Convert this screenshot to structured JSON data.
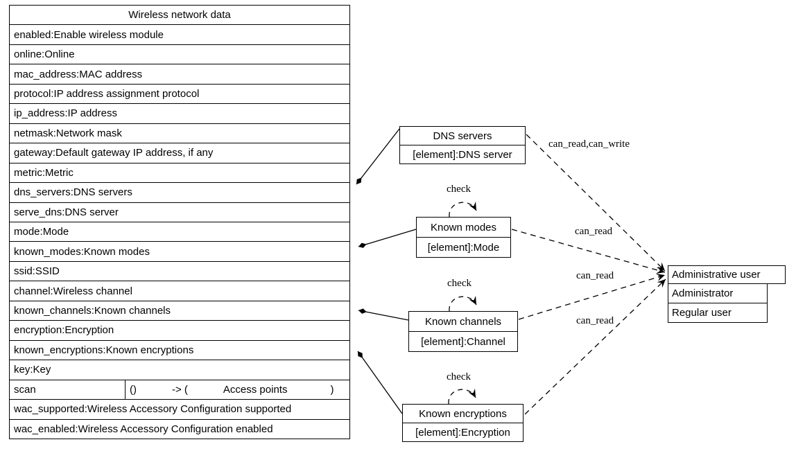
{
  "table": {
    "title": "Wireless network data",
    "attributes": [
      "enabled:Enable wireless module",
      "online:Online",
      "mac_address:MAC address",
      "protocol:IP address assignment protocol",
      "ip_address:IP address",
      "netmask:Network mask",
      "gateway:Default gateway IP address, if any",
      "metric:Metric",
      "dns_servers:DNS servers",
      "serve_dns:DNS server",
      "mode:Mode",
      "known_modes:Known modes",
      "ssid:SSID",
      "channel:Wireless channel",
      "known_channels:Known channels",
      "encryption:Encryption",
      "known_encryptions:Known encryptions",
      "key:Key"
    ],
    "method": {
      "name": "scan",
      "params": "()",
      "arrow": "-> (",
      "result": "Access points",
      "close": ")"
    },
    "attributes_after": [
      "wac_supported:Wireless Accessory Configuration supported",
      "wac_enabled:Wireless Accessory Configuration enabled"
    ]
  },
  "nodes": {
    "dns": {
      "title": "DNS servers",
      "element": "[element]:DNS server"
    },
    "modes": {
      "title": "Known modes",
      "element": "[element]:Mode"
    },
    "channels": {
      "title": "Known channels",
      "element": "[element]:Channel"
    },
    "encryptions": {
      "title": "Known encryptions",
      "element": "[element]:Encryption"
    }
  },
  "actor": {
    "title": "Administrative user",
    "roles": [
      "Administrator",
      "Regular user"
    ]
  },
  "labels": {
    "check": "check",
    "dns": "can_read,can_write",
    "modes": "can_read",
    "channels": "can_read",
    "encryptions": "can_read"
  },
  "colors": {
    "line": "#000000",
    "text": "#000000",
    "background": "#ffffff"
  }
}
